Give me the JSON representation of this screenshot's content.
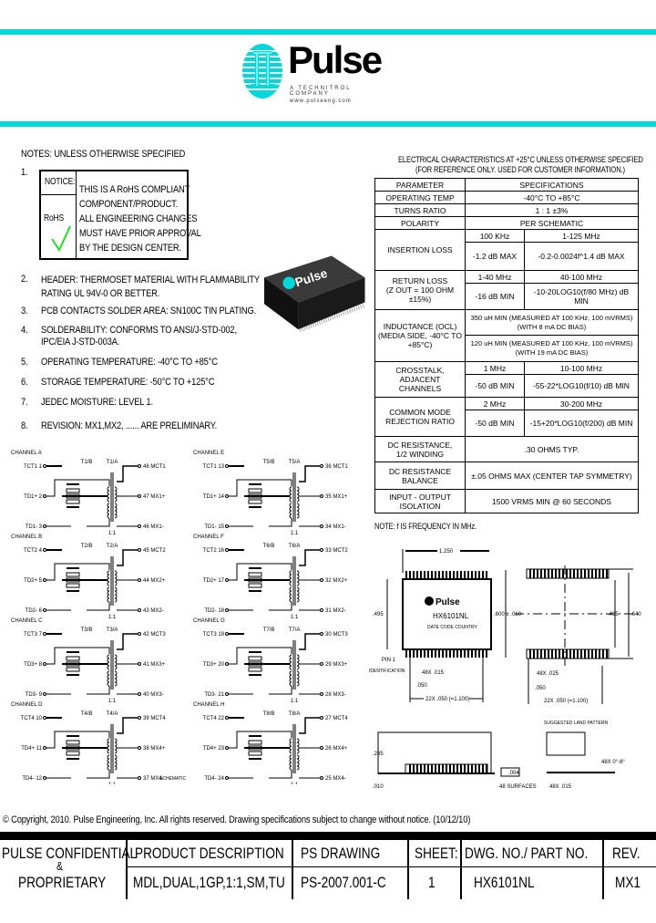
{
  "colors": {
    "brand_cyan": "#00d8dc",
    "check_green": "#22dd22"
  },
  "logo": {
    "wordmark": "Pulse",
    "tagline": "A TECHNITROL COMPANY",
    "url": "www.pulseeng.com"
  },
  "notes": {
    "heading": "NOTES: UNLESS OTHERWISE SPECIFIED",
    "n1": "1.",
    "notice_label": "NOTICE:",
    "rohs_label": "RoHS",
    "notice_lines": [
      "THIS IS A RoHS COMPLIANT",
      "COMPONENT/PRODUCT.",
      "ALL ENGINEERING CHANGES",
      "MUST HAVE PRIOR APPROVAL",
      "BY THE DESIGN CENTER."
    ],
    "items": [
      {
        "num": "2.",
        "lines": [
          "HEADER: THERMOSET MATERIAL WITH FLAMMABILITY",
          "RATING UL 94V-0 OR BETTER."
        ]
      },
      {
        "num": "3.",
        "lines": [
          "PCB CONTACTS SOLDER AREA: SN100C TIN PLATING."
        ]
      },
      {
        "num": "4.",
        "lines": [
          "SOLDERABILITY: CONFORMS TO ANSI/J-STD-002,",
          "IPC/EIA J-STD-003A."
        ]
      },
      {
        "num": "5.",
        "lines": [
          "OPERATING TEMPERATURE: -40°C TO +85°C"
        ]
      },
      {
        "num": "6.",
        "lines": [
          "STORAGE TEMPERATURE: -50°C TO +125°C"
        ]
      },
      {
        "num": "7.",
        "lines": [
          "JEDEC MOISTURE: LEVEL 1."
        ]
      },
      {
        "num": "8.",
        "lines": [
          "REVISION: MX1,MX2, ...... ARE PRELIMINARY."
        ]
      }
    ]
  },
  "electrical": {
    "title": "ELECTRICAL CHARACTERISTICS AT +25°C UNLESS OTHERWISE SPECIFIED",
    "subtitle": "(FOR REFERENCE ONLY. USED FOR CUSTOMER INFORMATION.)",
    "header": [
      "PARAMETER",
      "SPECIFICATIONS"
    ],
    "operating_temp": [
      "OPERATING TEMP",
      "-40°C TO +85°C"
    ],
    "turns_ratio": [
      "TURNS RATIO",
      "1 : 1 ±3%"
    ],
    "polarity": [
      "POLARITY",
      "PER SCHEMATIC"
    ],
    "insertion_loss": {
      "param": "INSERTION LOSS",
      "f1": "100 KHz",
      "f2": "1-125 MHz",
      "v1": "-1.2 dB MAX",
      "v2": "-0.2-0.0024f^1.4 dB MAX"
    },
    "return_loss": {
      "param": [
        "RETURN LOSS",
        "(Z OUT = 100 OHM ±15%)"
      ],
      "f1": "1-40 MHz",
      "f2": "40-100 MHz",
      "v1": "-16 dB MIN",
      "v2": "-10-20LOG10(f/80 MHz) dB MIN"
    },
    "inductance": {
      "param": [
        "INDUCTANCE (OCL)",
        "(MEDIA SIDE, -40°C TO +85°C)"
      ],
      "v1": "350 uH MIN",
      "c1": [
        "(MEASURED AT 100 KHz, 100 mVRMS)",
        "(WITH 8 mA DC BIAS)"
      ],
      "v2": "120 uH MIN",
      "c2": [
        "(MEASURED AT 100 KHz, 100 mVRMS)",
        "(WITH 19 mA DC BIAS)"
      ]
    },
    "crosstalk": {
      "param": [
        "CROSSTALK, ADJACENT",
        "CHANNELS"
      ],
      "f1": "1 MHz",
      "f2": "10-100 MHz",
      "v1": "-50 dB MIN",
      "v2": "-55-22*LOG10(f/10) dB MIN"
    },
    "cmrr": {
      "param": [
        "COMMON MODE",
        "REJECTION RATIO"
      ],
      "f1": "2 MHz",
      "f2": "30-200 MHz",
      "v1": "-50 dB MIN",
      "v2": "-15+20*LOG10(f/200) dB MIN"
    },
    "dc_res": [
      "DC RESISTANCE,",
      "1/2 WINDING",
      ".30 OHMS TYP."
    ],
    "dc_bal": [
      "DC RESISTANCE",
      "BALANCE",
      "±.05 OHMS MAX (CENTER TAP SYMMETRY)"
    ],
    "isolation": [
      "INPUT - OUTPUT",
      "ISOLATION",
      "1500 VRMS MIN @ 60 SECONDS"
    ],
    "note": "NOTE: f IS FREQUENCY IN MHz."
  },
  "schematic": {
    "caption": "SCHEMATIC",
    "ratio": "1:1",
    "channels": [
      {
        "name": "CHANNEL A",
        "left": [
          "TCT1 1",
          "TD1+ 2",
          "TD1- 3"
        ],
        "tb": "T1/B",
        "ta": "T1/A",
        "right": [
          "48 MCT1",
          "47 MX1+",
          "46 MX1-"
        ]
      },
      {
        "name": "CHANNEL B",
        "left": [
          "TCT2 4",
          "TD2+ 5",
          "TD2- 6"
        ],
        "tb": "T2/B",
        "ta": "T2/A",
        "right": [
          "45 MCT2",
          "44 MX2+",
          "43 MX2-"
        ]
      },
      {
        "name": "CHANNEL C",
        "left": [
          "TCT3 7",
          "TD3+ 8",
          "TD3- 9"
        ],
        "tb": "T3/B",
        "ta": "T3/A",
        "right": [
          "42 MCT3",
          "41 MX3+",
          "40 MX3-"
        ]
      },
      {
        "name": "CHANNEL D",
        "left": [
          "TCT4 10",
          "TD4+ 11",
          "TD4- 12"
        ],
        "tb": "T4/B",
        "ta": "T4/A",
        "right": [
          "39 MCT4",
          "38 MX4+",
          "37 MX4-"
        ]
      },
      {
        "name": "CHANNEL E",
        "left": [
          "TCT1 13",
          "TD1+ 14",
          "TD1- 15"
        ],
        "tb": "T5/B",
        "ta": "T5/A",
        "right": [
          "36 MCT1",
          "35 MX1+",
          "34 MX1-"
        ]
      },
      {
        "name": "CHANNEL F",
        "left": [
          "TCT2 16",
          "TD2+ 17",
          "TD2- 18"
        ],
        "tb": "T6/B",
        "ta": "T6/A",
        "right": [
          "33 MCT2",
          "32 MX2+",
          "31 MX2-"
        ]
      },
      {
        "name": "CHANNEL G",
        "left": [
          "TCT3 19",
          "TD3+ 20",
          "TD3- 21"
        ],
        "tb": "T7/B",
        "ta": "T7/A",
        "right": [
          "30 MCT3",
          "29 MX3+",
          "28 MX3-"
        ]
      },
      {
        "name": "CHANNEL H",
        "left": [
          "TCT4 22",
          "TD4+ 23",
          "TD4- 24"
        ],
        "tb": "T8/B",
        "ta": "T8/A",
        "right": [
          "27 MCT4",
          "26 MX4+",
          "25 MX4-"
        ]
      }
    ]
  },
  "mechanical": {
    "part_marking": "HX6101NL",
    "date_code": "DATE CODE COUNTRY",
    "dim_width": "1.250",
    "dim_height": ".495",
    "dim_overall": ".600 ± .010",
    "pin1": [
      "PIN 1",
      "IDENTIFICATION"
    ],
    "pin_width": "48X .015",
    "pitch": ".050",
    "pin_span": "22X .050 (=1.100)",
    "land_h1": ".495",
    "land_h2": ".640",
    "land_pad": "48X .025",
    "land_pitch": ".050",
    "land_span": "22X .050 (=1.100)",
    "land_caption": "SUGGESTED LAND PATTERN",
    "seat_height": ".285",
    "standoff": ".010",
    "coplanarity": ".004",
    "surfaces": "48 SURFACES",
    "lead_w": "48X .015",
    "angle": "48X 0°-8°"
  },
  "copyright": "© Copyright, 2010. Pulse Engineering, Inc. All rights reserved. Drawing specifications subject to change without notice. (10/12/10)",
  "title_block": {
    "confidential": [
      "PULSE CONFIDENTIAL",
      "&",
      "PROPRIETARY"
    ],
    "product_description_label": "PRODUCT DESCRIPTION",
    "product_description": "MDL,DUAL,1GP,1:1,SM,TU",
    "ps_drawing_label": "PS DRAWING",
    "ps_drawing": "PS-2007.001-C",
    "sheet_label": "SHEET:",
    "sheet": "1",
    "part_no_label": "DWG. NO./ PART NO.",
    "part_no": "HX6101NL",
    "rev_label": "REV.",
    "rev": "MX1"
  }
}
